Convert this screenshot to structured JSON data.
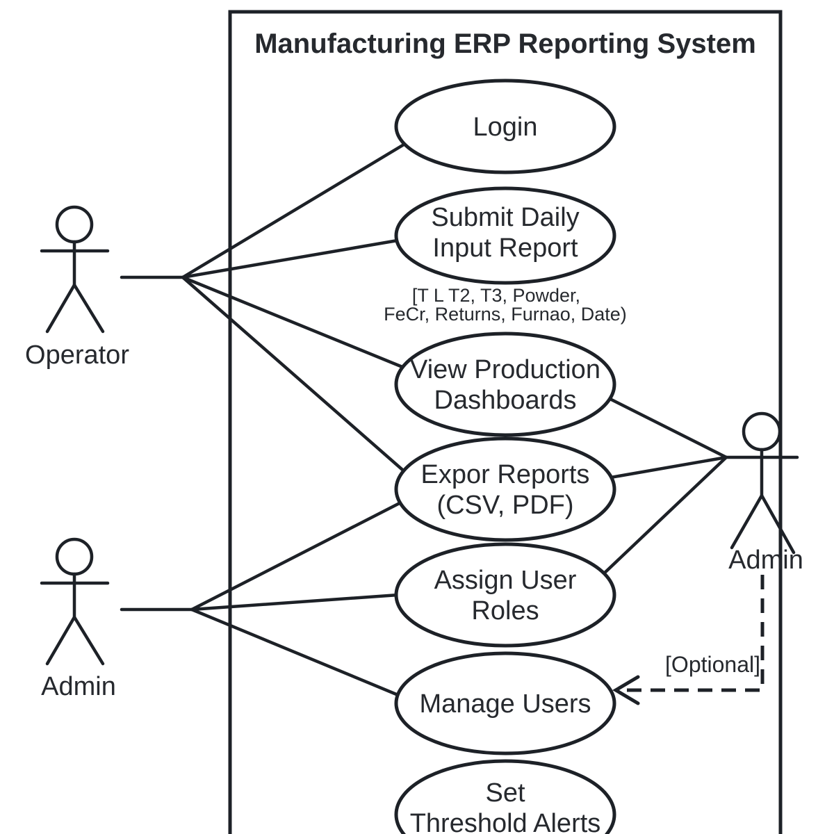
{
  "diagram": {
    "title": "Manufacturing ERP Reporting System"
  },
  "actors": [
    {
      "id": "operator",
      "label": "Operator"
    },
    {
      "id": "admin-left",
      "label": "Admin"
    },
    {
      "id": "admin-right",
      "label": "Admin"
    }
  ],
  "use_cases": [
    {
      "id": "login",
      "label_lines": [
        "Login"
      ]
    },
    {
      "id": "submit-daily-input-report",
      "label_lines": [
        "Submit Daily",
        "Input Report"
      ]
    },
    {
      "id": "view-production-dashboards",
      "label_lines": [
        "View Production",
        "Dashboards"
      ]
    },
    {
      "id": "export-reports",
      "label_lines": [
        "Expor Reports",
        "(CSV, PDF)"
      ]
    },
    {
      "id": "assign-user-roles",
      "label_lines": [
        "Assign User",
        "Roles"
      ]
    },
    {
      "id": "manage-users",
      "label_lines": [
        "Manage Users"
      ]
    },
    {
      "id": "set-threshold-alerts",
      "label_lines": [
        "Set",
        "Threshold Alerts"
      ]
    }
  ],
  "annotations": {
    "submit_report_note_lines": [
      "[T L T2, T3, Powder,",
      "FeCr, Returns, Furnao, Date)"
    ],
    "optional_label": "[Optional]"
  },
  "colors": {
    "stroke": "#1d2127",
    "text": "#26292e",
    "background": "#ffffff"
  }
}
